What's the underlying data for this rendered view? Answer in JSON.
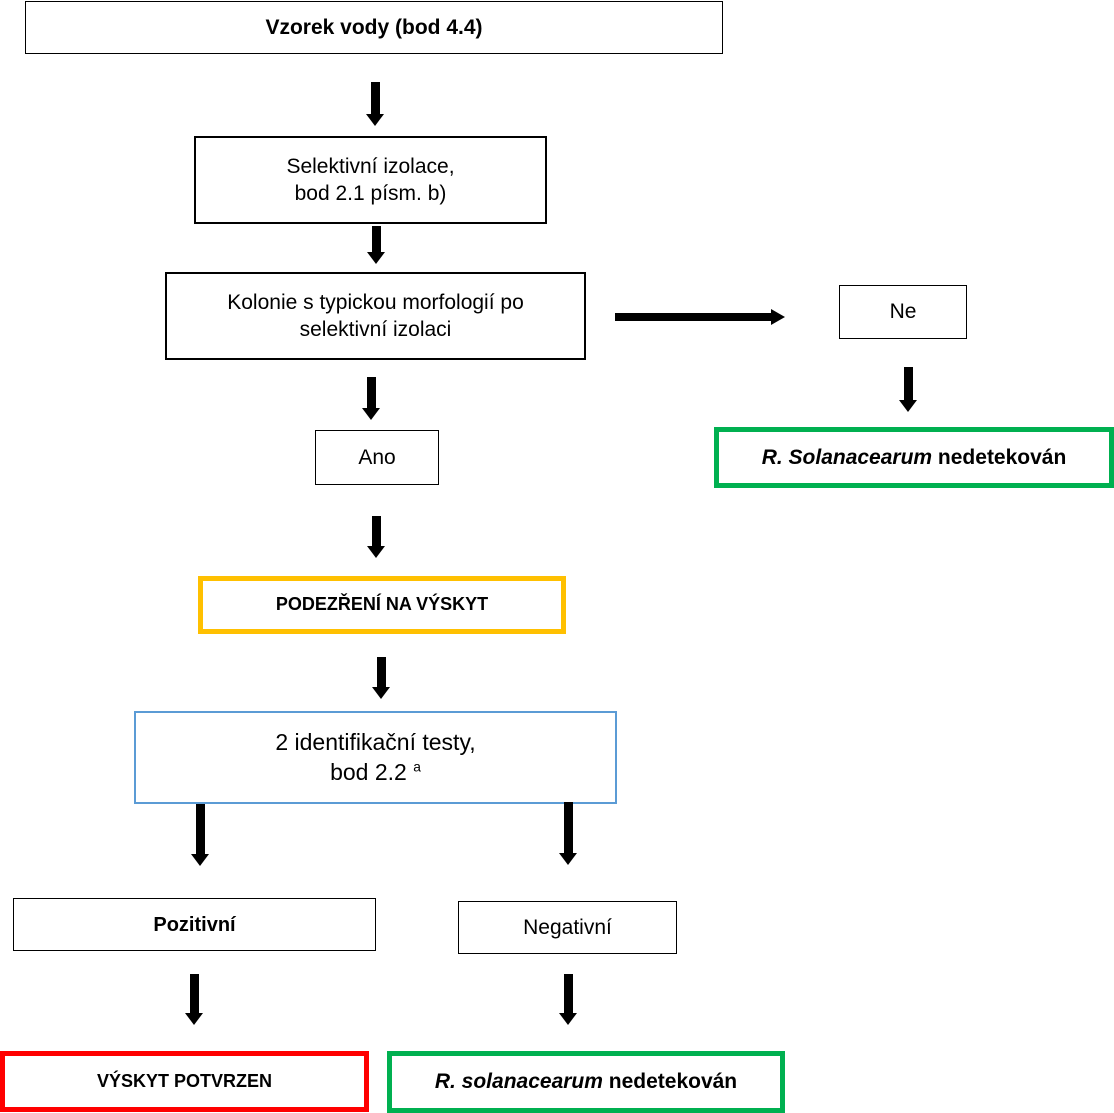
{
  "nodes": {
    "sample": "Vzorek vody (bod 4.4)",
    "isolation_line1": "Selektivní izolace,",
    "isolation_line2": "bod 2.1 písm. b)",
    "colonies_line1": "Kolonie s typickou morfologií po",
    "colonies_line2": "selektivní izolaci",
    "no": "Ne",
    "not_detected_top_italic": "R. Solanacearum",
    "not_detected_top_rest": " nedetekován",
    "yes": "Ano",
    "suspicion": "PODEZŘENÍ NA VÝSKYT",
    "tests_line1": "2 identifikační testy,",
    "tests_line2": "bod 2.2 ",
    "tests_sup": "a",
    "positive": "Pozitivní",
    "negative": "Negativní",
    "confirmed": "VÝSKYT POTVRZEN",
    "not_detected_bottom_italic": "R. solanacearum",
    "not_detected_bottom_rest": " nedetekován"
  },
  "colors": {
    "suspicion_border": "#ffc000",
    "not_detected_border": "#00b050",
    "confirmed_border": "#ff0000",
    "tests_border": "#5b9bd5"
  }
}
